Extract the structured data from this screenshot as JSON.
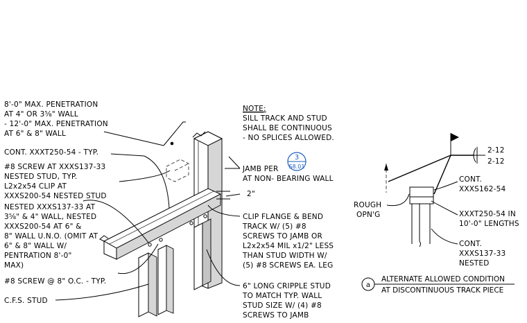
{
  "notes": {
    "penetration": [
      "8'-0\" MAX. PENETRATION",
      "AT 4\" OR 3⅝\" WALL",
      "- 12'-0\" MAX. PENETRATION",
      "AT 6\" & 8\" WALL"
    ],
    "cont_track": [
      "CONT. XXXT250-54 - TYP."
    ],
    "screw_stud": [
      "#8 SCREW AT XXXS137-33",
      "NESTED STUD, TYP.",
      " L2x2x54 CLIP AT",
      "XXXS200-54 NESTED STUD"
    ],
    "nested_stud": [
      "NESTED XXXS137-33 AT",
      "3⅝\" & 4\" WALL, NESTED",
      "XXXS200-54 AT 6\" &",
      "8\" WALL U.N.O. (OMIT AT",
      "6\" & 8\" WALL W/",
      "PENTRATION 8'-0\"",
      "MAX)"
    ],
    "screw_oc": [
      "#8 SCREW @ 8\" O.C. - TYP."
    ],
    "cfs_stud": [
      "C.F.S. STUD"
    ],
    "note_title": "NOTE:",
    "note_body": [
      "SILL TRACK AND STUD",
      "SHALL BE CONTINUOUS",
      "- NO SPLICES ALLOWED."
    ],
    "jamb_per": "JAMB PER",
    "jamb_cont": "AT NON- BEARING WALL",
    "two_inch": "2\"",
    "clip_flange": [
      "CLIP FLANGE & BEND",
      "TRACK W/ (5) #8",
      "SCREWS TO JAMB OR",
      "L2x2x54 MIL x1/2\" LESS",
      "THAN STUD WIDTH W/",
      "(5) #8 SCREWS EA. LEG"
    ],
    "cripple": [
      "6\" LONG CRIPPLE STUD",
      "TO MATCH TYP. WALL",
      "STUD SIZE W/ (4) #8",
      "SCREWS TO JAMB"
    ],
    "rough_opening": [
      "ROUGH",
      "OPN'G"
    ],
    "cont_stud": [
      "CONT.",
      "XXXS162-54"
    ],
    "track_lengths": [
      "XXXT250-54 IN",
      "10'-0\" LENGTHS"
    ],
    "cont_nested": [
      "CONT.",
      "XXXS137-33",
      "NESTED"
    ],
    "slope_top": "2-12",
    "slope_bottom": "2-12",
    "section_number": "3",
    "section_sheet": "S8.01",
    "detail_letter": "a",
    "detail_title": "ALTERNATE ALLOWED CONDITION",
    "detail_subtitle": "AT DISCONTINUOUS TRACK PIECE"
  }
}
